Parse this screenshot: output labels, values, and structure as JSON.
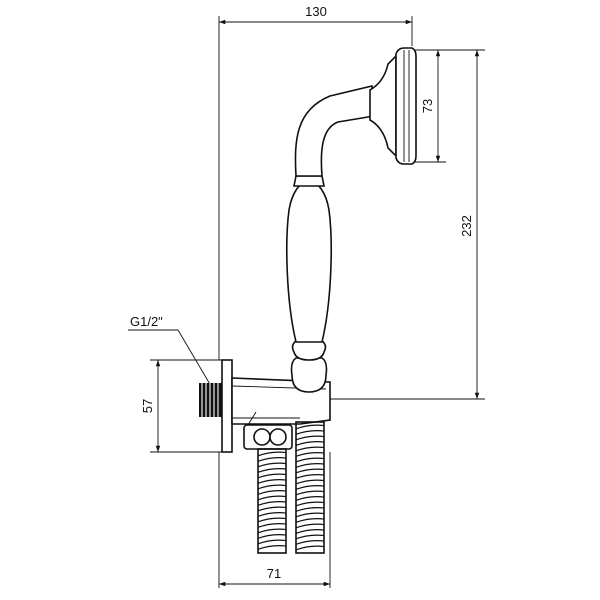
{
  "dimensions": {
    "overall_width": "130",
    "head_diameter": "73",
    "overall_height": "232",
    "bracket_height": "57",
    "bracket_width": "71"
  },
  "thread_label": "G1/2\"",
  "colors": {
    "line": "#111111",
    "background": "#ffffff"
  }
}
